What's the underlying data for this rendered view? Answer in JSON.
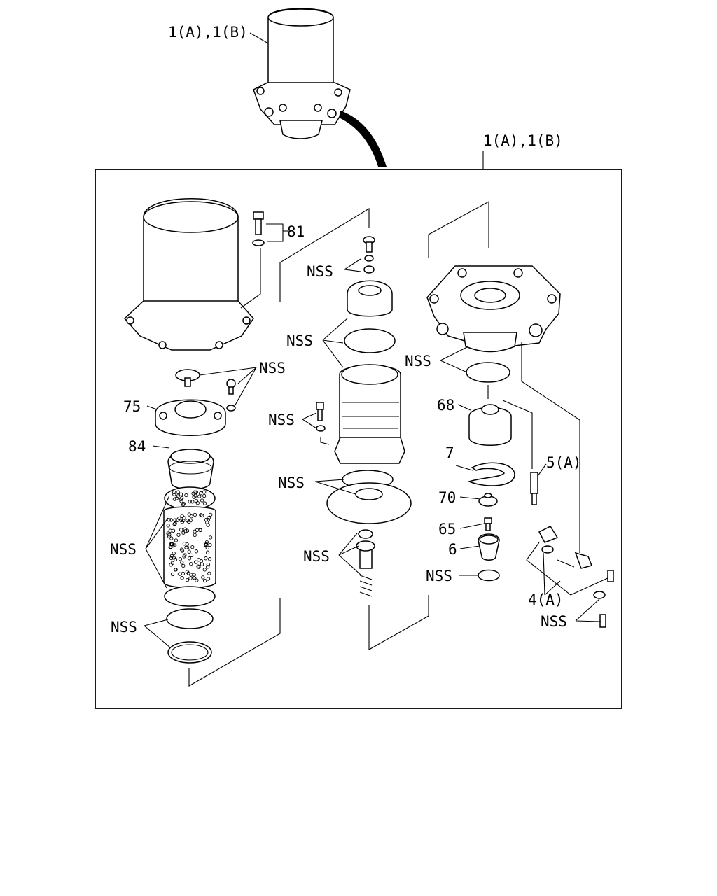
{
  "diagram": {
    "top_assembly_label": "1(A),1(B)",
    "frame_label": "1(A),1(B)",
    "labels": {
      "l81": "81",
      "l75": "75",
      "l84": "84",
      "l68": "68",
      "l7": "7",
      "l5a": "5(A)",
      "l70": "70",
      "l65": "65",
      "l6": "6",
      "l4a": "4(A)"
    },
    "nss": "NSS"
  }
}
